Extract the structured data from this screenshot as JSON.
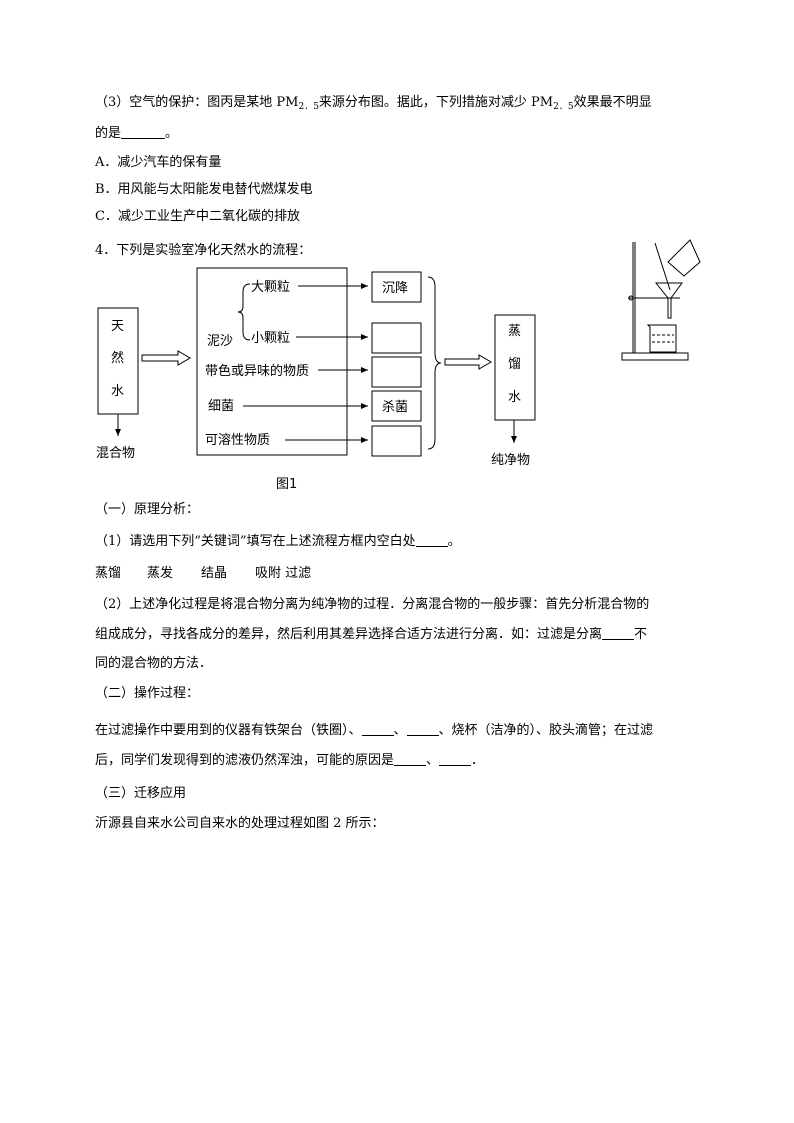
{
  "q3": {
    "prefix": "（3）空气的保护：图丙是某地 PM",
    "sub1": "2．5",
    "mid": "来源分布图。据此，下列措施对减少 PM",
    "sub2": "2．5",
    "suffix": "效果最不明显",
    "line2_prefix": "的是",
    "line2_suffix": "。",
    "options": [
      "A．减少汽车的保有量",
      "B．用风能与太阳能发电替代燃煤发电",
      "C．减少工业生产中二氧化碳的排放"
    ]
  },
  "q4": {
    "title": "4．下列是实验室净化天然水的流程：",
    "figure": {
      "source": [
        "天",
        "然",
        "水"
      ],
      "source_out": "混合物",
      "sand": "泥沙",
      "large": "大颗粒",
      "small": "小颗粒",
      "color_odor": "带色或异味的物质",
      "bacteria": "细菌",
      "soluble": "可溶性物质",
      "boxes": [
        "沉降",
        "",
        "",
        "杀菌",
        ""
      ],
      "product": [
        "蒸",
        "馏",
        "水"
      ],
      "product_out": "纯净物",
      "caption": "图1"
    },
    "part1": "（一）原理分析：",
    "p1_prefix": "（1）请选用下列“关键词”填写在上述流程方框内空白处",
    "p1_suffix": "。",
    "keywords": [
      "蒸馏",
      "蒸发",
      "结晶",
      "吸附 过滤"
    ],
    "p2_line1": "（2）上述净化过程是将混合物分离为纯净物的过程．分离混合物的一般步骤：首先分析混合物的",
    "p2_line2_prefix": "组成成分，寻找各成分的差异，然后利用其差异选择合适方法进行分离．如：过滤是分离",
    "p2_line2_suffix": "不",
    "p2_line3": "同的混合物的方法．",
    "part2": "（二）操作过程：",
    "op_line1_a": "在过滤操作中要用到的仪器有铁架台（铁圈）、",
    "op_line1_b": "、",
    "op_line1_c": "、烧杯（洁净的）、胶头滴管；在过滤",
    "op_line2_a": "后，同学们发现得到的滤液仍然浑浊，可能的原因是",
    "op_line2_b": "、",
    "op_line2_c": "．",
    "part3": "（三）迁移应用",
    "app_line": "沂源县自来水公司自来水的处理过程如图 2 所示："
  }
}
